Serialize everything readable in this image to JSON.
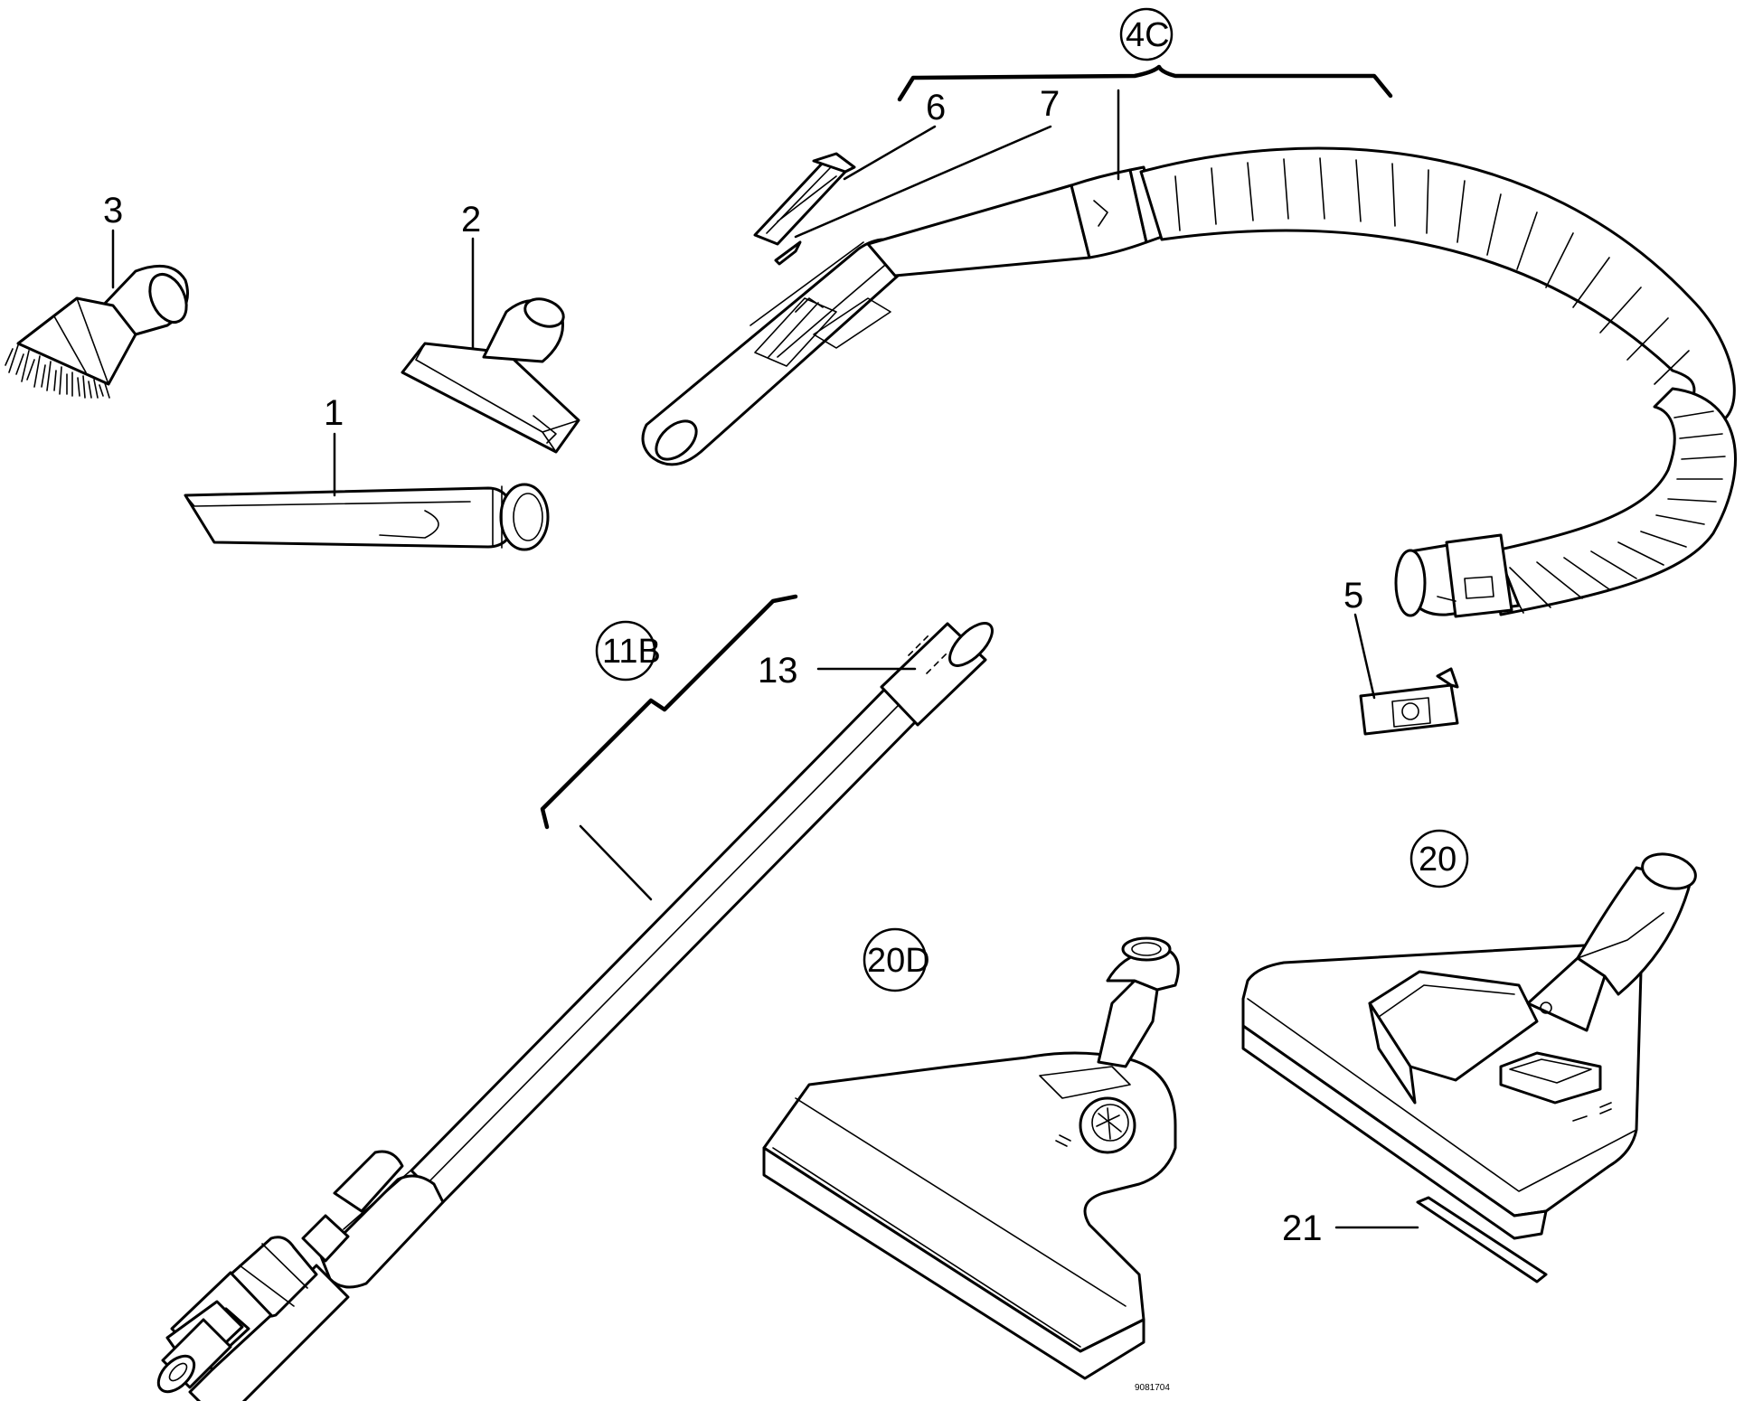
{
  "callouts": {
    "c1": "1",
    "c2": "2",
    "c3": "3",
    "c4c": "4C",
    "c5": "5",
    "c6": "6",
    "c7": "7",
    "c11b": "11B",
    "c13": "13",
    "c20": "20",
    "c20d": "20D",
    "c21": "21"
  },
  "drawing_code": "9081704"
}
